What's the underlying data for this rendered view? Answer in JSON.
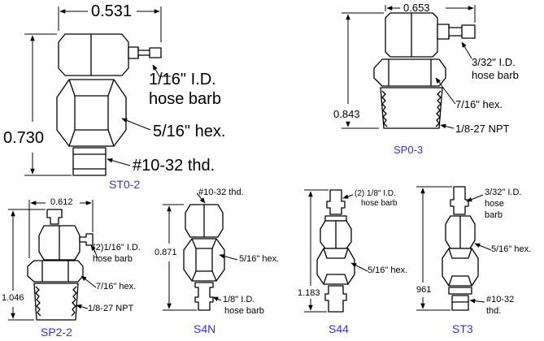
{
  "colors": {
    "model_name": "#3b2fd0",
    "line": "#000000",
    "fitting_fill": "#ffffff"
  },
  "fittings": {
    "st0_2": {
      "name": "ST0-2",
      "width_dim": "0.531",
      "height_dim": "0.730",
      "barb_line1": "1/16\" I.D.",
      "barb_line2": "hose barb",
      "hex": "5/16\" hex.",
      "thread": "#10-32 thd."
    },
    "sp0_3": {
      "name": "SP0-3",
      "width_dim": "0.653",
      "height_dim": "0.843",
      "barb_line1": "3/32\" I.D.",
      "barb_line2": "hose barb",
      "hex": "7/16\" hex.",
      "thread": "1/8-27 NPT"
    },
    "sp2_2": {
      "name": "SP2-2",
      "width_dim": "0.612",
      "height_dim": "1.046",
      "barb_line1": "(2)1/16\" I.D.",
      "barb_line2": "hose barb",
      "hex": "7/16\" hex.",
      "thread": "1/8-27 NPT"
    },
    "s4n": {
      "name": "S4N",
      "height_dim": "0.871",
      "thread": "#10-32 thd.",
      "hex": "5/16\" hex.",
      "barb_line1": "1/8\" I.D.",
      "barb_line2": "hose barb"
    },
    "s44": {
      "name": "S44",
      "height_dim": "1.183",
      "barb_line1": "(2) 1/8\" I.D.",
      "barb_line2": "hose barb",
      "hex": "5/16\" hex."
    },
    "st3": {
      "name": "ST3",
      "height_dim": "961",
      "barb_line1": "3/32\" I.D.",
      "barb_line2": "hose",
      "barb_line3": "barb",
      "hex": "5/16\" hex.",
      "thread_line1": "#10-32",
      "thread_line2": "thd."
    }
  }
}
